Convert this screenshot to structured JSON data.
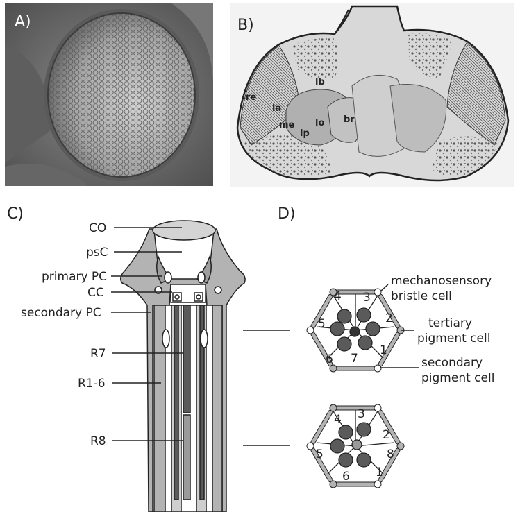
{
  "panels": {
    "a": {
      "letter": "A)"
    },
    "b": {
      "letter": "B)",
      "region_labels": {
        "re": "re",
        "lb": "lb",
        "la": "la",
        "me": "me",
        "lp": "lp",
        "lo": "lo",
        "br": "br"
      }
    },
    "c": {
      "letter": "C)",
      "labels": {
        "co": "CO",
        "psc": "psC",
        "primary_pc": "primary PC",
        "cc": "CC",
        "secondary_pc": "secondary PC",
        "r7": "R7",
        "r1_6": "R1-6",
        "r8": "R8"
      }
    },
    "d": {
      "letter": "D)",
      "labels": {
        "mechano_line1": "mechanosensory",
        "mechano_line2": "bristle cell",
        "tertiary_line1": "tertiary",
        "tertiary_line2": "pigment cell",
        "secondary_line1": "secondary",
        "secondary_line2": "pigment cell"
      },
      "upper_numbers": [
        "1",
        "2",
        "3",
        "4",
        "5",
        "6",
        "7"
      ],
      "lower_numbers": [
        "1",
        "2",
        "3",
        "4",
        "5",
        "6",
        "8"
      ]
    }
  },
  "colors": {
    "cell_gray": "#b3b3b3",
    "rhabdomere_dark": "#5a5a5a",
    "outline": "#222222",
    "photo_bg": "#6f6f6f"
  }
}
